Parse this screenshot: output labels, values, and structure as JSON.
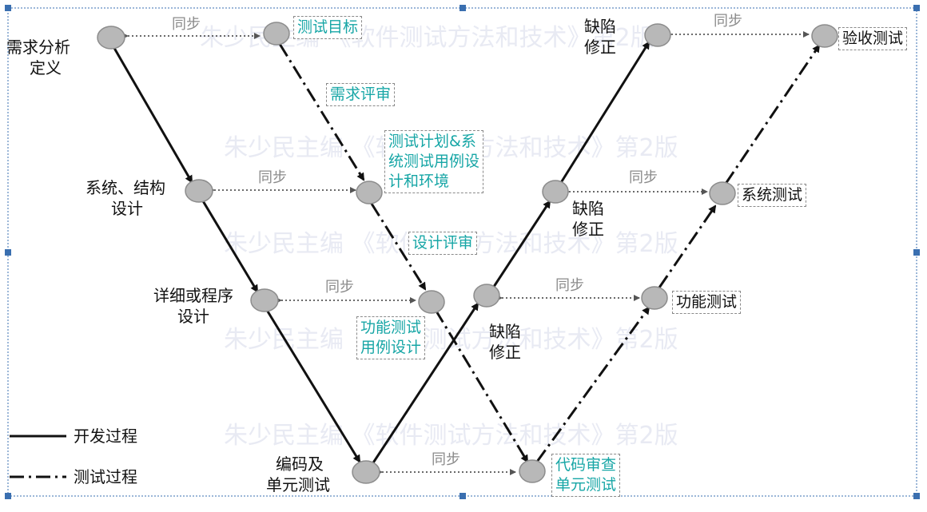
{
  "watermark_text": "朱少民主编 《软件测试方法和技术》第2版",
  "dev_stages": {
    "requirements": [
      "需求分析",
      "定义"
    ],
    "architecture": [
      "系统、结构",
      "设计"
    ],
    "detailed": [
      "详细或程序",
      "设计"
    ],
    "coding": [
      "编码及",
      "单元测试"
    ]
  },
  "test_stages": {
    "test_goal": "测试目标",
    "req_review": "需求评审",
    "test_plan": [
      "测试计划&系",
      "统测试用例设",
      "计和环境"
    ],
    "design_review": "设计评审",
    "func_case": [
      "功能测试",
      "用例设计"
    ],
    "code_review": [
      "代码审查",
      "单元测试"
    ],
    "function_test": "功能测试",
    "system_test": "系统测试",
    "acceptance_test": "验收测试"
  },
  "defect_fix": [
    "缺陷",
    "修正"
  ],
  "sync_label": "同步",
  "legend": {
    "dev": "开发过程",
    "test": "测试过程"
  },
  "colors": {
    "node_fill": "#b8b8b8",
    "node_stroke": "#8c8c8c",
    "test_text": "#17a6a6",
    "selection": "#3a6fb0"
  }
}
